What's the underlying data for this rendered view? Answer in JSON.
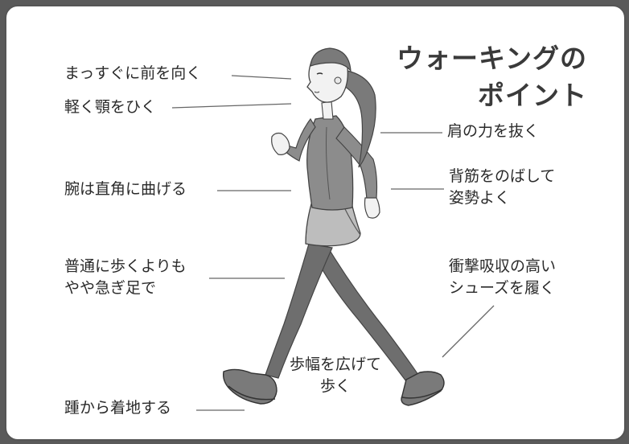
{
  "title": {
    "line1": "ウォーキングの",
    "line2": "ポイント"
  },
  "labels": {
    "face_forward": "まっすぐに前を向く",
    "chin": "軽く顎をひく",
    "shoulders": "肩の力を抜く",
    "posture_line1": "背筋をのばして",
    "posture_line2": "姿勢よく",
    "arms": "腕は直角に曲げる",
    "pace_line1": "普通に歩くよりも",
    "pace_line2": "やや急ぎ足で",
    "shoes_line1": "衝撃吸収の高い",
    "shoes_line2": "シューズを履く",
    "stride_line1": "歩幅を広げて",
    "stride_line2": "歩く",
    "heel": "踵から着地する"
  },
  "colors": {
    "background": "#ffffff",
    "frame_border": "#555555",
    "title_text": "#3a3a3a",
    "label_text": "#2a2a2a",
    "leader_line": "#666666",
    "figure_dark": "#6e6e6e",
    "figure_mid": "#8c8c8c",
    "figure_light": "#bdbdbd",
    "skin": "#f2f2f2"
  }
}
